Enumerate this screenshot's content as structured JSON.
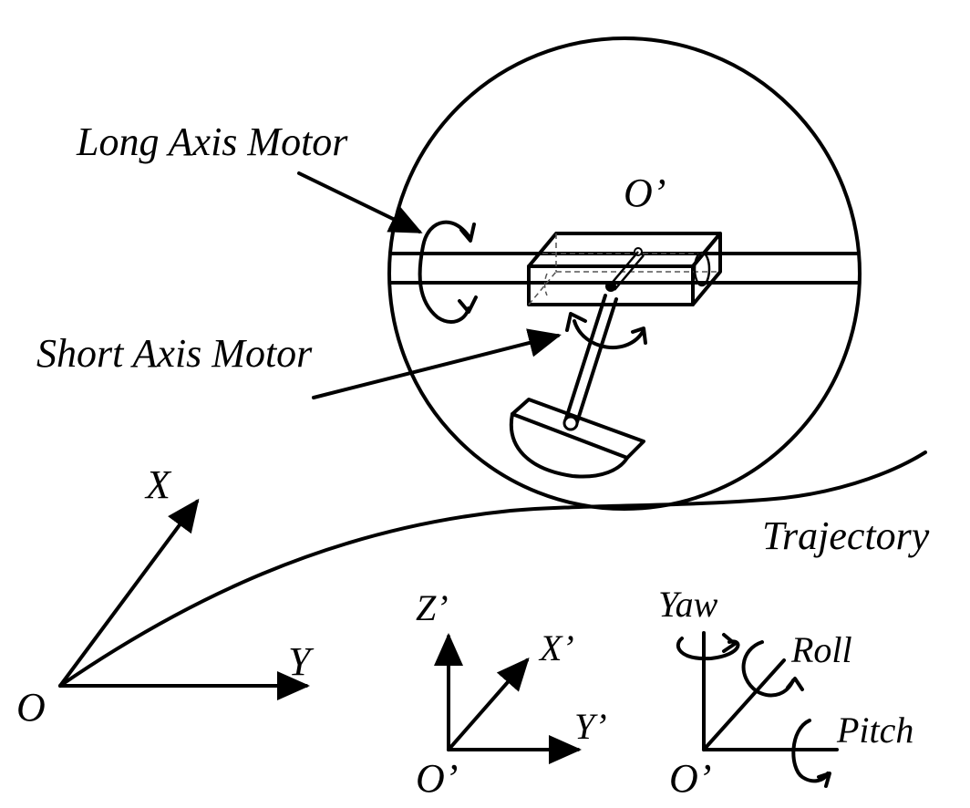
{
  "labels": {
    "long_axis_motor": "Long Axis Motor",
    "short_axis_motor": "Short Axis Motor",
    "center": "O’",
    "trajectory": "Trajectory",
    "world_x": "X",
    "world_y": "Y",
    "world_origin": "O",
    "body_z": "Z’",
    "body_x": "X’",
    "body_y": "Y’",
    "body_origin": "O’",
    "yaw": "Yaw",
    "roll": "Roll",
    "pitch": "Pitch",
    "rot_origin": "O’"
  },
  "colors": {
    "ink": "#000000",
    "background": "#ffffff"
  }
}
